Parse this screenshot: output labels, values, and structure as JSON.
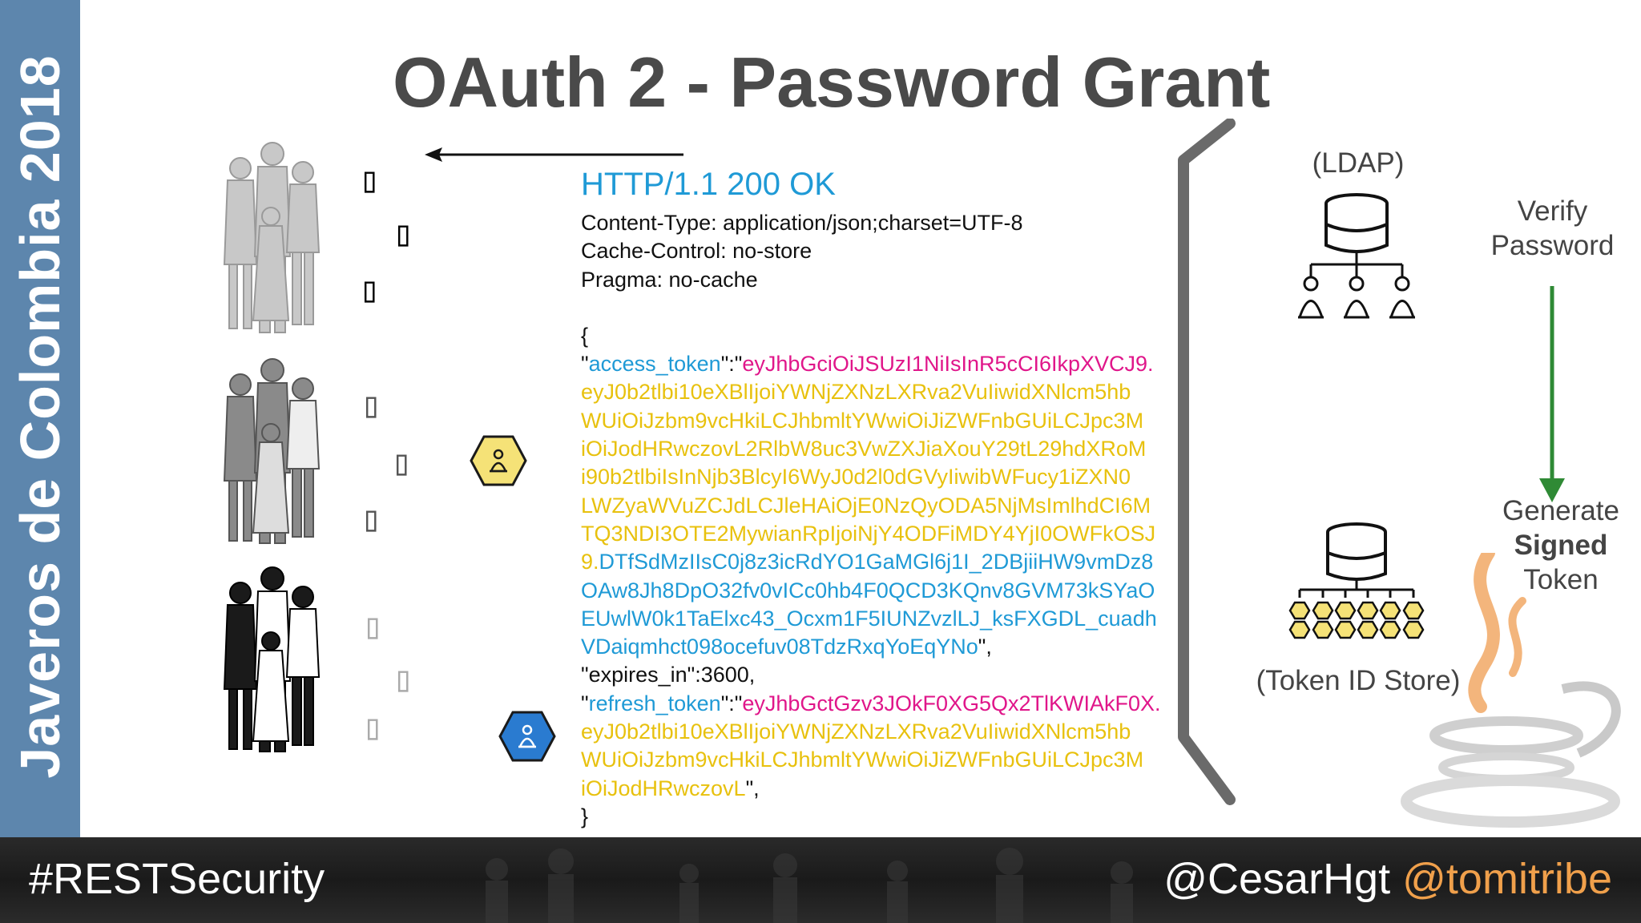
{
  "sidebar": {
    "text": "Javeros de Colombia 2018"
  },
  "title": "OAuth 2 - Password Grant",
  "glyph": "▯",
  "response": {
    "status": "HTTP/1.1 200 OK",
    "headers": [
      "Content-Type: application/json;charset=UTF-8",
      "Cache-Control: no-store",
      "Pragma: no-cache"
    ],
    "open_brace": "{",
    "access_key": "access_token",
    "q": "\"",
    "sep": "\":\"",
    "access_token_line1": "eyJhbGciOiJSUzI1NiIsInR5cCI6IkpXVCJ9.",
    "access_token_yellow": [
      "eyJ0b2tlbi10eXBlIjoiYWNjZXNzLXRva2VuIiwidXNlcm5hb",
      "WUiOiJzbm9vcHkiLCJhbmltYWwiOiJiZWFnbGUiLCJpc3M",
      "iOiJodHRwczovL2RlbW8uc3VwZXJiaXouY29tL29hdXRoM",
      "i90b2tlbiIsInNjb3BlcyI6WyJ0d2l0dGVyIiwibWFucy1iZXN0",
      "LWZyaWVuZCJdLCJleHAiOjE0NzQyODA5NjMsImlhdCI6M",
      "TQ3NDI3OTE2MywianRpIjoiNjY4ODFiMDY4YjI0OWFkOSJ"
    ],
    "access_token_mix_yellow": "9.",
    "access_token_mix_blue": "DTfSdMzIIsC0j8z3icRdYO1GaMGl6j1I_2DBjiiHW9vmDz8",
    "access_token_blue": [
      "OAw8Jh8DpO32fv0vICc0hb4F0QCD3KQnv8GVM73kSYaO",
      "EUwlW0k1TaElxc43_Ocxm1F5IUNZvzlLJ_ksFXGDL_cuadh"
    ],
    "access_token_blue_last": "VDaiqmhct098ocefuv08TdzRxqYoEqYNo",
    "close_access": "\",",
    "expires": "\"expires_in\":3600,",
    "refresh_key": "refresh_token",
    "refresh_token_line1": "eyJhbGctGzv3JOkF0XG5Qx2TlKWIAkF0X.",
    "refresh_token_yellow": [
      "eyJ0b2tlbi10eXBlIjoiYWNjZXNzLXRva2VuIiwidXNlcm5hb",
      "WUiOiJzbm9vcHkiLCJhbmltYWwiOiJiZWFnbGUiLCJpc3M"
    ],
    "refresh_token_last": "iOiJodHRwczovL",
    "close_refresh": "\",",
    "close_brace": "}"
  },
  "ldap_label": "(LDAP)",
  "token_store_label": "(Token ID Store)",
  "verify_label": [
    "Verify",
    "Password"
  ],
  "generate_label": [
    "Generate",
    "Signed",
    "Token"
  ],
  "footer": {
    "hashtag": "#RESTSecurity",
    "handle1": "@CesarHgt",
    "handle2": "@tomitribe"
  },
  "colors": {
    "sidebar": "#5d86ad",
    "title": "#4a4a4a",
    "http_blue": "#1f9ad6",
    "token_pink": "#e0168a",
    "token_yellow": "#e8c10e",
    "arrow_green": "#2f8a35",
    "java_orange": "#f0a04b",
    "handle_orange": "#f0a04b"
  }
}
